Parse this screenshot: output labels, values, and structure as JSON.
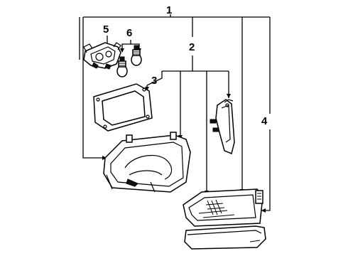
{
  "diagram": {
    "callouts": [
      {
        "id": "1",
        "label": "1"
      },
      {
        "id": "2",
        "label": "2"
      },
      {
        "id": "3",
        "label": "3"
      },
      {
        "id": "4",
        "label": "4"
      },
      {
        "id": "5",
        "label": "5"
      },
      {
        "id": "6",
        "label": "6"
      }
    ]
  },
  "colors": {
    "line": "#000000",
    "background": "#ffffff"
  }
}
